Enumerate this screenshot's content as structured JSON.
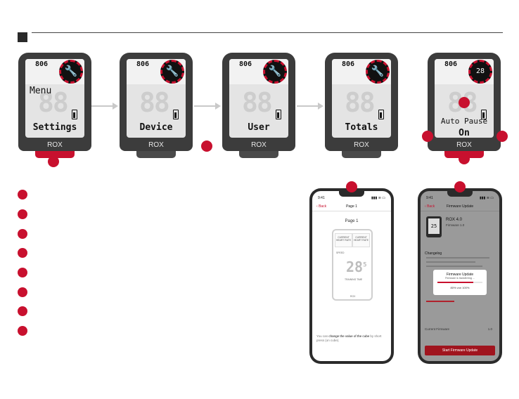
{
  "colors": {
    "accent": "#c8102e",
    "device_body": "#3c3c3c",
    "screen": "#e4e4e4",
    "header_square": "#2a2a2a"
  },
  "devices": [
    {
      "brand": "ROX",
      "clock": "806",
      "icon": "wrench-icon",
      "top_text": "Menu",
      "big": "88",
      "label": "Settings"
    },
    {
      "brand": "ROX",
      "clock": "806",
      "icon": "wrench-icon",
      "big": "88",
      "label": "Device"
    },
    {
      "brand": "ROX",
      "clock": "806",
      "icon": "wrench-icon",
      "big": "88",
      "label": "User"
    },
    {
      "brand": "ROX",
      "clock": "806",
      "icon": "wrench-icon",
      "big": "88",
      "label": "Totals"
    },
    {
      "brand": "ROX",
      "clock": "806",
      "icon": "calendar-icon",
      "icon_text": "28",
      "big": "88",
      "label": "Auto Pause",
      "sublabel": "On"
    }
  ],
  "phone1": {
    "time": "9:41",
    "status": "▮▮▮ ≋ ▭",
    "back": "Back",
    "title": "Page 1",
    "page_label": "Page 1",
    "cell_a": "CURRENT\nHEART RATE",
    "cell_b": "CURRENT\nHEART RATE",
    "speed_label": "SPEED",
    "speed_value": "28",
    "speed_super": "5",
    "training_label": "TRAINING TIME",
    "device_footer": "ROX",
    "footer_prefix": "You can ",
    "footer_bold": "change the value of the cube",
    "footer_suffix": " by short press (on cube)."
  },
  "phone2": {
    "time": "9:41",
    "status": "▮▮▮ ≋ ▭",
    "back": "Back",
    "title": "Firmware Update",
    "device_screen": "25",
    "name": "ROX 4.0",
    "version": "Firmware 1.0",
    "changelog_title": "Changelog",
    "modal_title": "Firmware Update",
    "modal_sub": "Firmware is transferring ...",
    "modal_progress": 0.8,
    "modal_pct": "80% von 100%",
    "current_label": "Current Firmware",
    "current_value": "1.0",
    "button": "Start Firmware Update"
  }
}
